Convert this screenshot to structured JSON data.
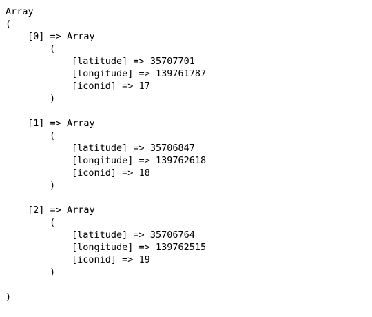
{
  "dump": {
    "root_label": "Array",
    "open_paren": "(",
    "close_paren": ")",
    "arrow": "=>",
    "entries": [
      {
        "index": "[0]",
        "type": "Array",
        "fields": [
          {
            "key": "[latitude]",
            "value": "35707701"
          },
          {
            "key": "[longitude]",
            "value": "139761787"
          },
          {
            "key": "[iconid]",
            "value": "17"
          }
        ]
      },
      {
        "index": "[1]",
        "type": "Array",
        "fields": [
          {
            "key": "[latitude]",
            "value": "35706847"
          },
          {
            "key": "[longitude]",
            "value": "139762618"
          },
          {
            "key": "[iconid]",
            "value": "18"
          }
        ]
      },
      {
        "index": "[2]",
        "type": "Array",
        "fields": [
          {
            "key": "[latitude]",
            "value": "35706764"
          },
          {
            "key": "[longitude]",
            "value": "139762515"
          },
          {
            "key": "[iconid]",
            "value": "19"
          }
        ]
      }
    ]
  }
}
